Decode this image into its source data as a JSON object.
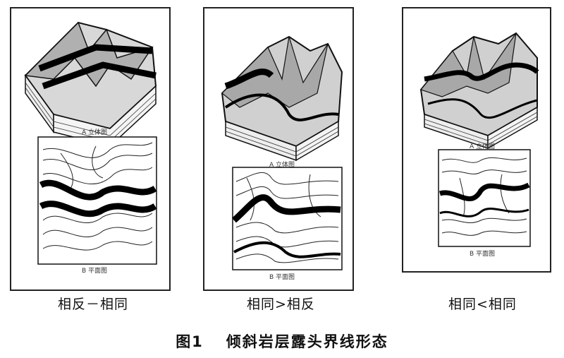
{
  "panels": [
    {
      "caption": "相反－相同",
      "top_sub": "A 立体图",
      "bottom_sub": "B 平面图"
    },
    {
      "caption": "相同>相反",
      "top_sub": "A 立体图",
      "bottom_sub": "B 平面图"
    },
    {
      "caption": "相同<相同",
      "top_sub": "A 立体图",
      "bottom_sub": "B 平面图"
    }
  ],
  "figure": {
    "number": "图1",
    "title": "倾斜岩层露头界线形态"
  }
}
